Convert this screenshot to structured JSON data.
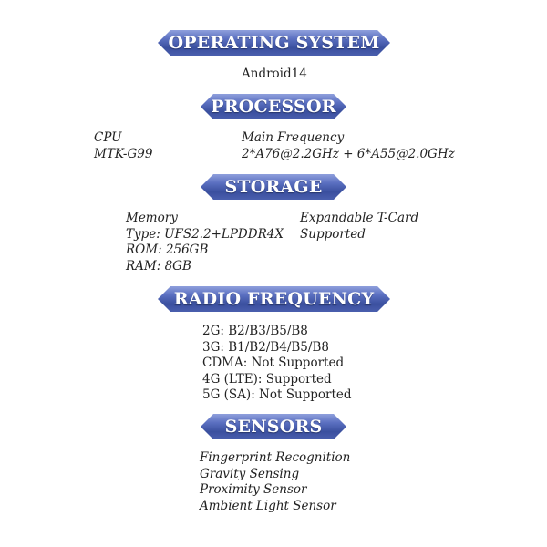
{
  "sections": {
    "os": {
      "title": "OPERATING SYSTEM",
      "value": "Android14"
    },
    "processor": {
      "title": "PROCESSOR",
      "cpu_label": "CPU",
      "cpu_value": "MTK-G99",
      "freq_label": "Main Frequency",
      "freq_value": "2*A76@2.2GHz + 6*A55@2.0GHz"
    },
    "storage": {
      "title": "STORAGE",
      "memory_lines": [
        "Memory",
        "Type: UFS2.2+LPDDR4X",
        "ROM: 256GB",
        "RAM: 8GB"
      ],
      "expand_lines": [
        "Expandable T-Card",
        "Supported"
      ]
    },
    "radio": {
      "title": "RADIO FREQUENCY",
      "lines": [
        "2G: B2/B3/B5/B8",
        "3G: B1/B2/B4/B5/B8",
        "CDMA: Not Supported",
        "4G (LTE): Supported",
        "5G (SA): Not Supported"
      ]
    },
    "sensors": {
      "title": "SENSORS",
      "lines": [
        "Fingerprint Recognition",
        "Gravity Sensing",
        "Proximity Sensor",
        "Ambient Light Sensor"
      ]
    }
  },
  "colors": {
    "banner_dark": "#3a4f9e",
    "banner_light": "#8fa0dc",
    "text": "#222222"
  }
}
